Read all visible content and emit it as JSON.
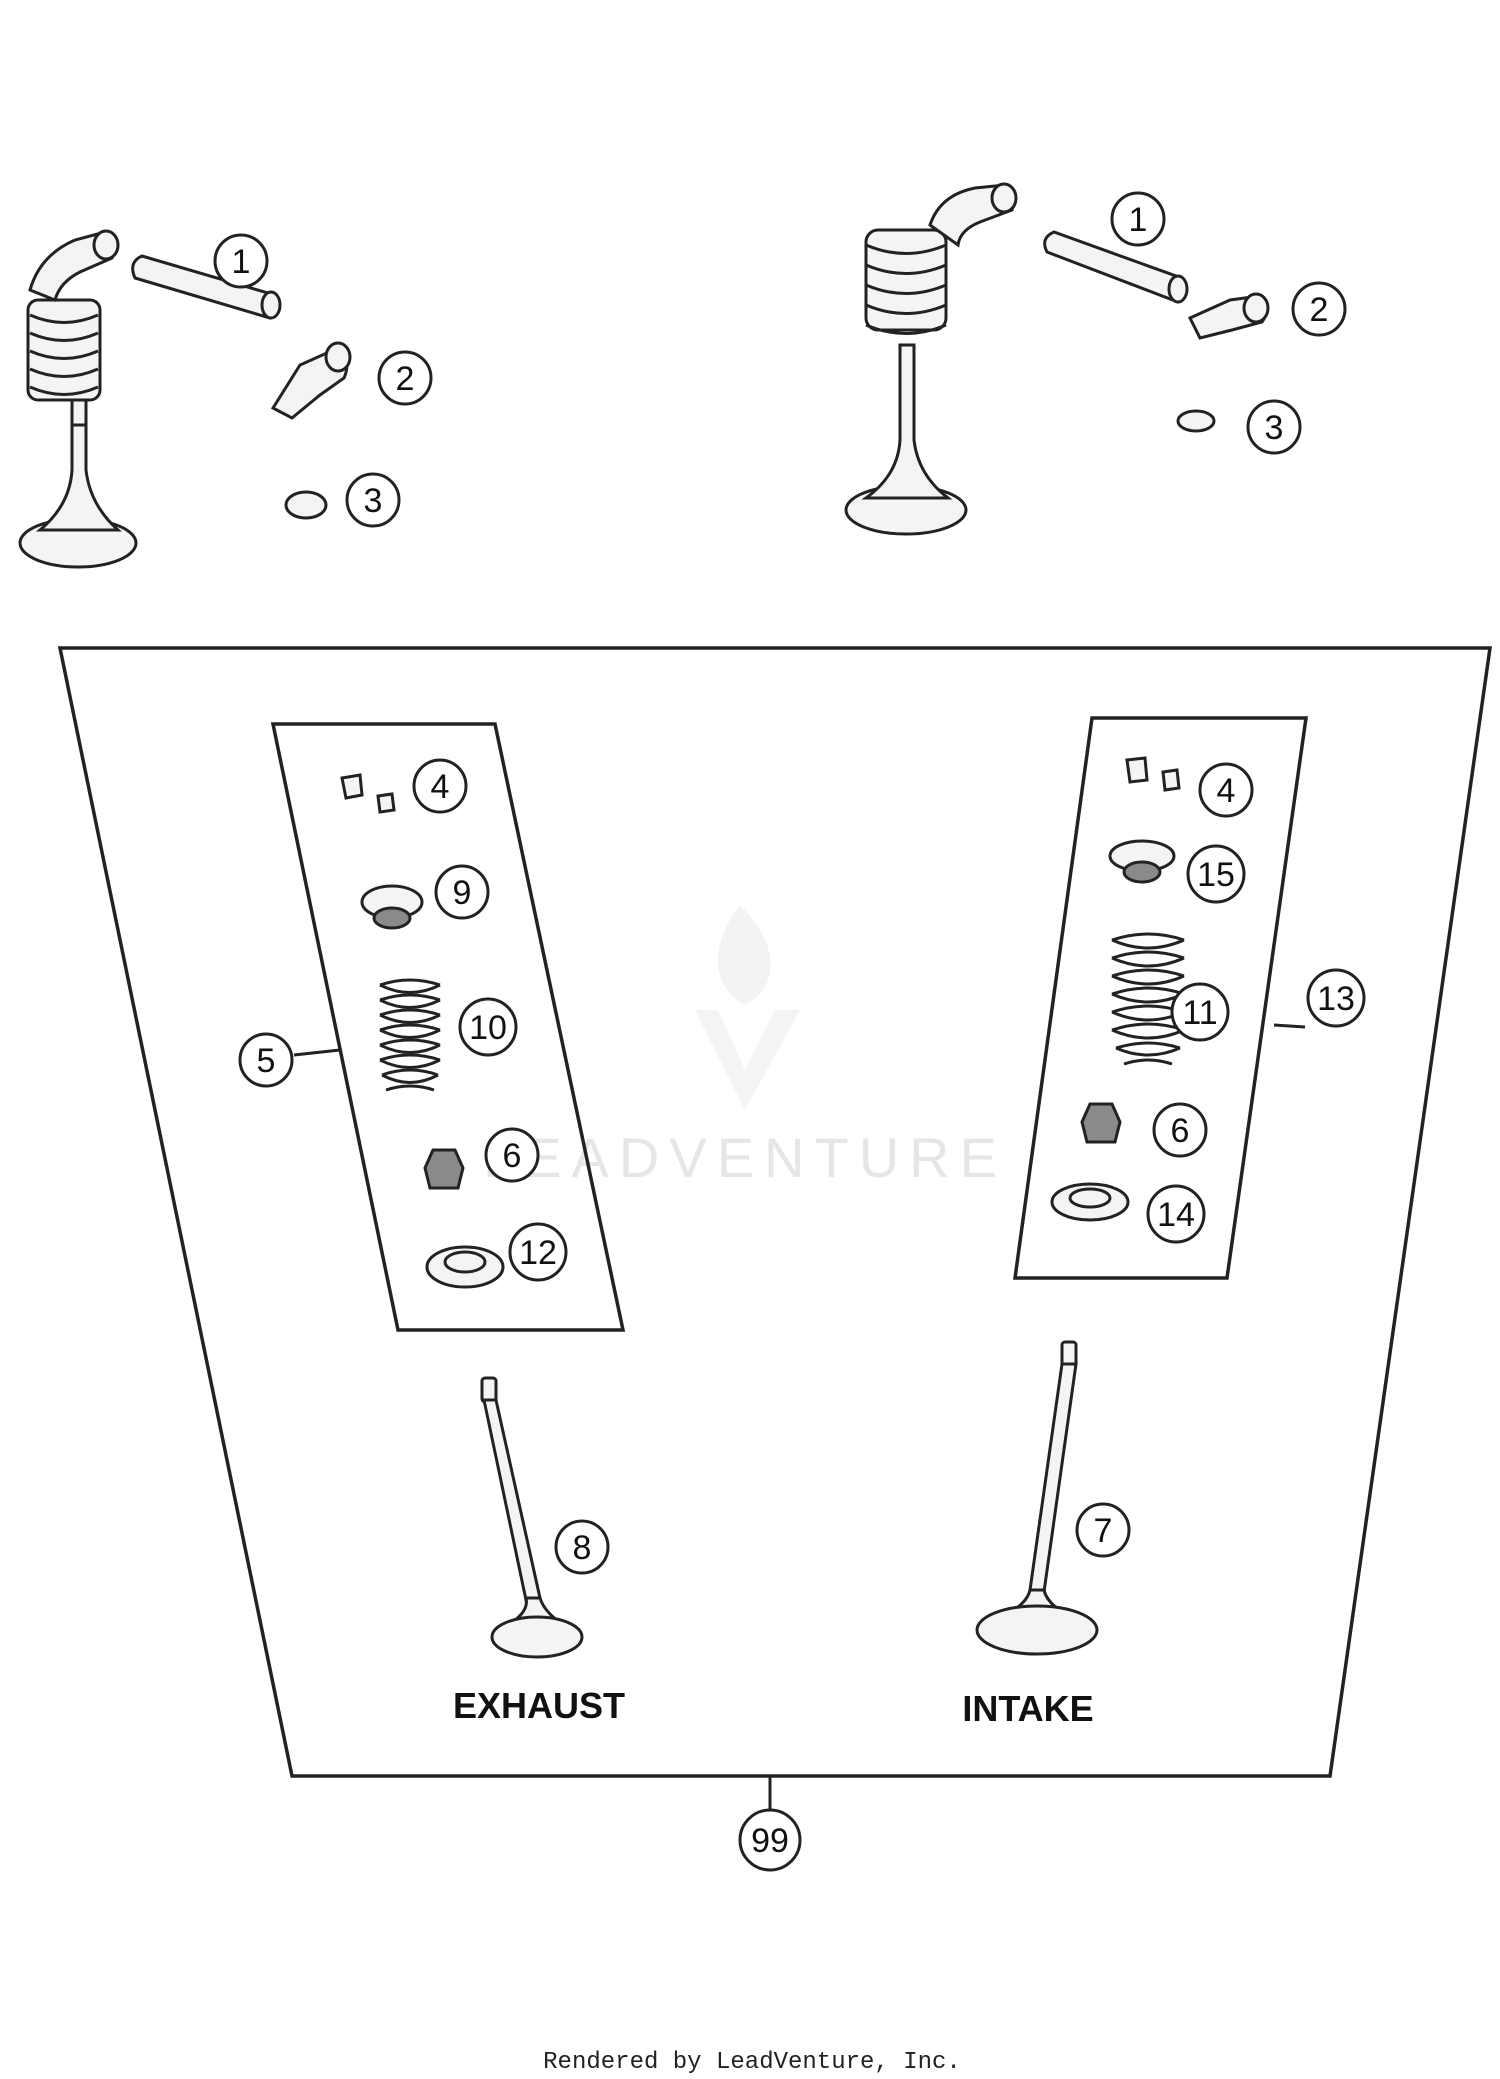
{
  "callouts": {
    "c1a": "1",
    "c2a": "2",
    "c3a": "3",
    "c1b": "1",
    "c2b": "2",
    "c3b": "3",
    "c4a": "4",
    "c9": "9",
    "c10": "10",
    "c5": "5",
    "c6a": "6",
    "c12": "12",
    "c4b": "4",
    "c15": "15",
    "c11": "11",
    "c13": "13",
    "c6b": "6",
    "c14": "14",
    "c8": "8",
    "c7": "7",
    "c99": "99"
  },
  "labels": {
    "exhaust": "EXHAUST",
    "intake": "INTAKE"
  },
  "watermark": "LEADVENTURE",
  "credit": "Rendered by LeadVenture, Inc."
}
